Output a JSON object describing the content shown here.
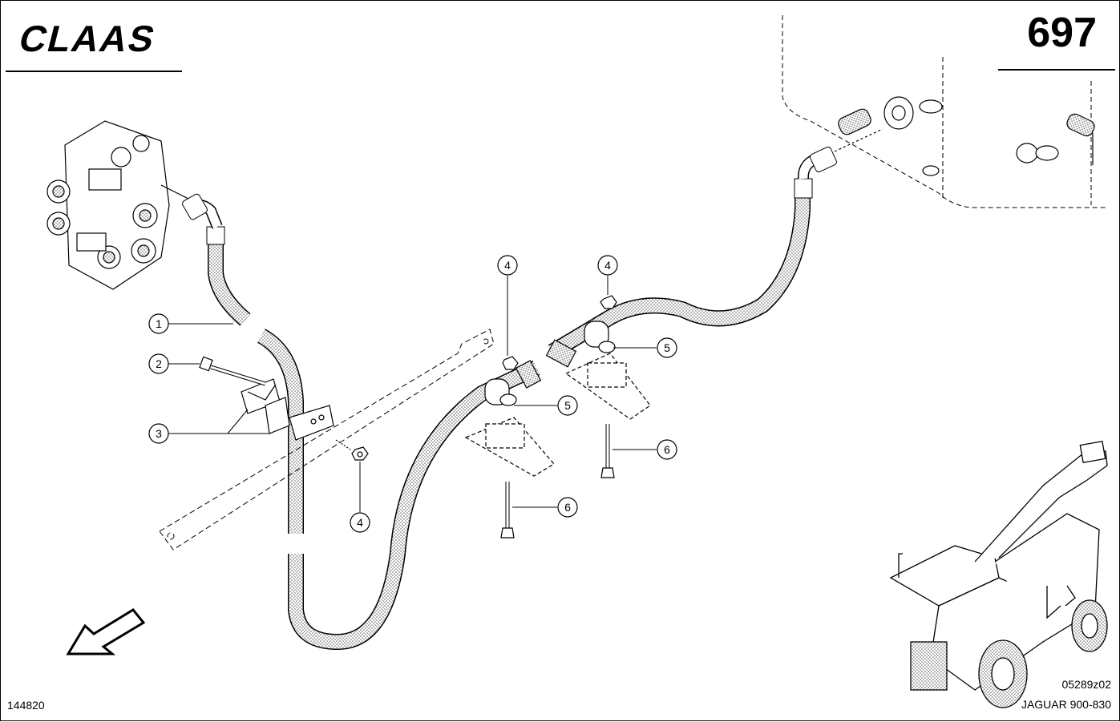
{
  "header": {
    "brand": "CLAAS",
    "page_number": "697"
  },
  "footer": {
    "left_code": "144820",
    "drawing_code": "05289z02",
    "model": "JAGUAR 900-830"
  },
  "callouts": [
    "1",
    "2",
    "3",
    "4",
    "4",
    "4",
    "5",
    "5",
    "6",
    "6"
  ],
  "icons": {
    "direction_arrow": "arrow-down-left-icon",
    "vehicle": "forage-harvester-icon"
  },
  "colors": {
    "line": "#000000",
    "background": "#ffffff",
    "hose_fill": "#d9d9d9"
  }
}
